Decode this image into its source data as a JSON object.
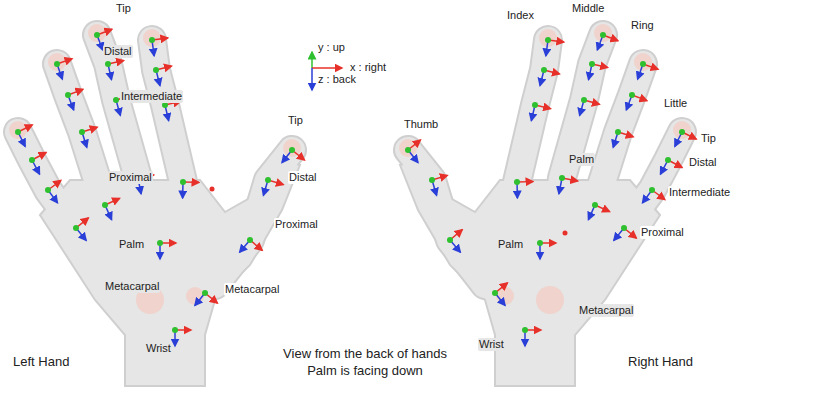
{
  "diagram": {
    "caption": "View from the back of hands Palm is facing down",
    "labels": [
      "Tip",
      "Distal",
      "Intermediate",
      "Proximal",
      "Palm",
      "Metacarpal",
      "Wrist",
      "Tip",
      "Distal",
      "Proximal",
      "Metacarpal",
      "y : up",
      "x : right",
      "z : back",
      "Left Hand",
      "Right Hand",
      "Index",
      "Middle",
      "Ring",
      "Little",
      "Thumb",
      "Tip",
      "Distal",
      "Intermediate",
      "Palm",
      "Palm",
      "Proximal",
      "Metacarpal",
      "Wrist"
    ]
  }
}
